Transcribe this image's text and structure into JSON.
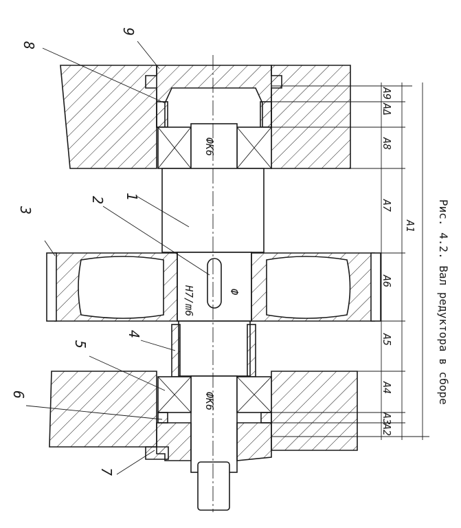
{
  "caption": "Рис. 4.2. Вал редуктора в сборе",
  "part_labels": {
    "p1": "1",
    "p2": "2",
    "p3": "3",
    "p4": "4",
    "p5": "5",
    "p6": "6",
    "p7": "7",
    "p8": "8",
    "p9": "9"
  },
  "fits": {
    "bearing_top": "ФK6",
    "bearing_bottom": "ФK6",
    "gear_fit": "H7/m6",
    "gear_diam": "Ф"
  },
  "dims": {
    "a1": "A1",
    "a2": "A2",
    "a3": "A3",
    "a4": "A4",
    "a5": "A5",
    "a6": "A6",
    "a7": "A7",
    "a8": "A8",
    "a9": "A9",
    "a10": "AΔ"
  },
  "colors": {
    "ink": "#1a1a1a",
    "paper": "#ffffff"
  }
}
